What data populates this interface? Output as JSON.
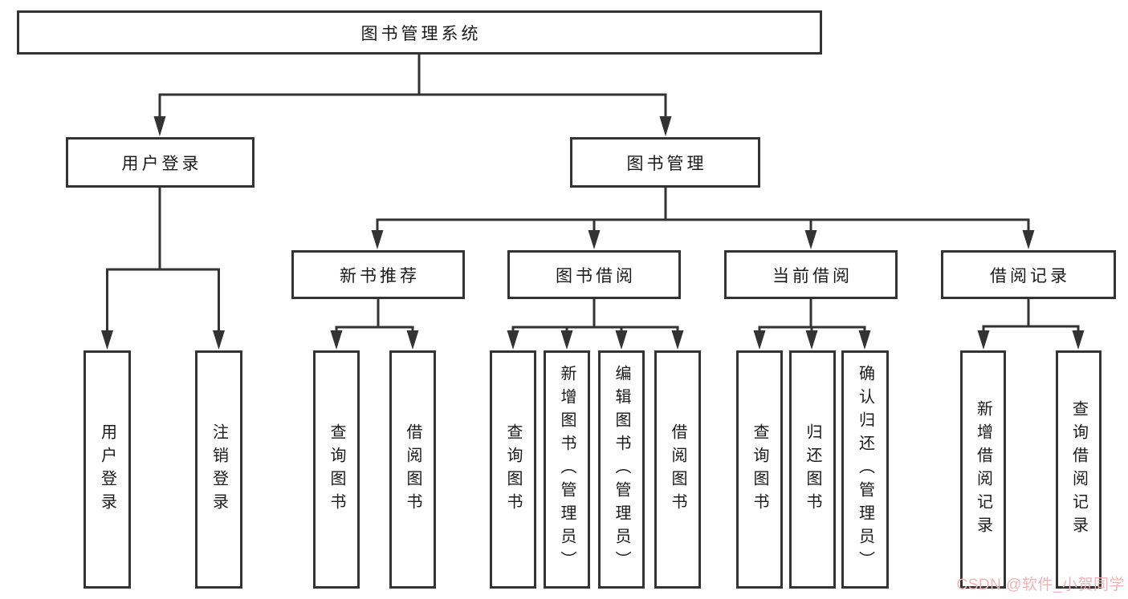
{
  "diagram": {
    "root": "图书管理系统",
    "level2": [
      "用户登录",
      "图书管理"
    ],
    "level3": [
      "新书推荐",
      "图书借阅",
      "当前借阅",
      "借阅记录"
    ],
    "leaves": [
      "用户登录",
      "注销登录",
      "查询图书",
      "借阅图书",
      "查询图书",
      "新增图书（管理员）",
      "编辑图书（管理员）",
      "借阅图书",
      "查询图书",
      "归还图书",
      "确认归还（管理员）",
      "新增借阅记录",
      "查询借阅记录"
    ]
  },
  "watermark": "CSDN @软件_小贺同学",
  "colors": {
    "line": "#333333",
    "text": "#1a1a1a",
    "watermark": "#f2b2b6",
    "background": "#ffffff"
  }
}
